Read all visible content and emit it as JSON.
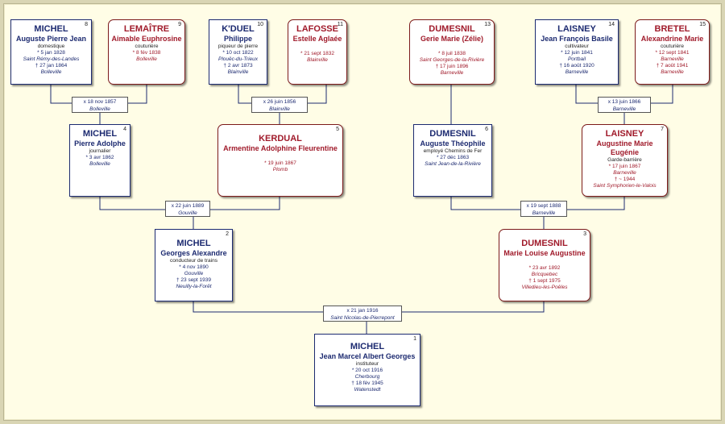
{
  "people": {
    "p1": {
      "num": "1",
      "surname": "MICHEL",
      "given": "Jean Marcel Albert Georges",
      "occupation": "instituteur",
      "events": [
        "* 20 oct 1916",
        "Cherbourg",
        "† 18 fév 1945",
        "Watenstedt"
      ]
    },
    "p2": {
      "num": "2",
      "surname": "MICHEL",
      "given": "Georges Alexandre",
      "occupation": "conducteur de trains",
      "events": [
        "* 4 nov 1890",
        "Gouville",
        "† 23 sept 1939",
        "Neuilly-la-Forêt"
      ]
    },
    "p3": {
      "num": "3",
      "surname": "DUMESNIL",
      "given": "Marie Louise Augustine",
      "occupation": "",
      "events": [
        "* 23 avr 1892",
        "Bricquebec",
        "† 1 sept 1975",
        "Villedieu-les-Poêles"
      ]
    },
    "p4": {
      "num": "4",
      "surname": "MICHEL",
      "given": "Pierre Adolphe",
      "occupation": "journalier",
      "events": [
        "* 3 avr 1862",
        "Bolleville"
      ]
    },
    "p5": {
      "num": "5",
      "surname": "KERDUAL",
      "given": "Armentine Adolphine Fleurentine",
      "occupation": "",
      "events": [
        "* 19 juin 1867",
        "Plomb"
      ]
    },
    "p6": {
      "num": "6",
      "surname": "DUMESNIL",
      "given": "Auguste Théophile",
      "occupation": "employé Chemins de Fer",
      "events": [
        "* 27 déc 1863",
        "Saint Jean-de-la-Rivière"
      ]
    },
    "p7": {
      "num": "7",
      "surname": "LAISNEY",
      "given": "Augustine Marie Eugénie",
      "occupation": "Garde-barrière",
      "events": [
        "* 17 juin 1867",
        "Barneville",
        "† ~ 1944",
        "Saint Symphorien-le-Valois"
      ]
    },
    "p8": {
      "num": "8",
      "surname": "MICHEL",
      "given": "Auguste Pierre Jean",
      "occupation": "domestique",
      "events": [
        "* 5 jan 1828",
        "Saint Rémy-des-Landes",
        "† 27 jan 1864",
        "Bolleville"
      ]
    },
    "p9": {
      "num": "9",
      "surname": "LEMAÎTRE",
      "given": "Aimable Euphrosine",
      "occupation": "couturière",
      "events": [
        "* 8 fév 1838",
        "Bolleville"
      ]
    },
    "p10": {
      "num": "10",
      "surname": "K'DUEL",
      "given": "Philippe",
      "occupation": "piqueur de pierre",
      "events": [
        "* 10 oct 1822",
        "Plouëc-du-Trieux",
        "† 2 avr 1873",
        "Blainville"
      ]
    },
    "p11": {
      "num": "11",
      "surname": "LAFOSSE",
      "given": "Estelle Aglaée",
      "occupation": "",
      "events": [
        "* 21 sept 1832",
        "Blainville"
      ]
    },
    "p13": {
      "num": "13",
      "surname": "DUMESNIL",
      "given": "Gerie Marie (Zélie)",
      "occupation": "",
      "events": [
        "* 8 juil 1838",
        "Saint Georges-de-la-Rivière",
        "† 17 juin 1896",
        "Barneville"
      ]
    },
    "p14": {
      "num": "14",
      "surname": "LAISNEY",
      "given": "Jean François Basile",
      "occupation": "cultivateur",
      "events": [
        "* 12 juin 1841",
        "Portbail",
        "† 16 août 1920",
        "Barneville"
      ]
    },
    "p15": {
      "num": "15",
      "surname": "BRETEL",
      "given": "Alexandrine Marie",
      "occupation": "couturière",
      "events": [
        "* 12 sept 1841",
        "Barneville",
        "† 7 août 1941",
        "Barneville"
      ]
    }
  },
  "marriages": {
    "m8_9": {
      "date": "x 18 nov 1857",
      "place": "Bolleville"
    },
    "m10_11": {
      "date": "x 26 juin 1856",
      "place": "Blainville"
    },
    "m14_15": {
      "date": "x 13 juin 1866",
      "place": "Barneville"
    },
    "m4_5": {
      "date": "x 22 juin 1889",
      "place": "Gouville"
    },
    "m6_7": {
      "date": "x 19 sept 1888",
      "place": "Barneville"
    },
    "m2_3": {
      "date": "x 21 jan 1916",
      "place": "Saint Nicolas-de-Pierrepont"
    }
  }
}
